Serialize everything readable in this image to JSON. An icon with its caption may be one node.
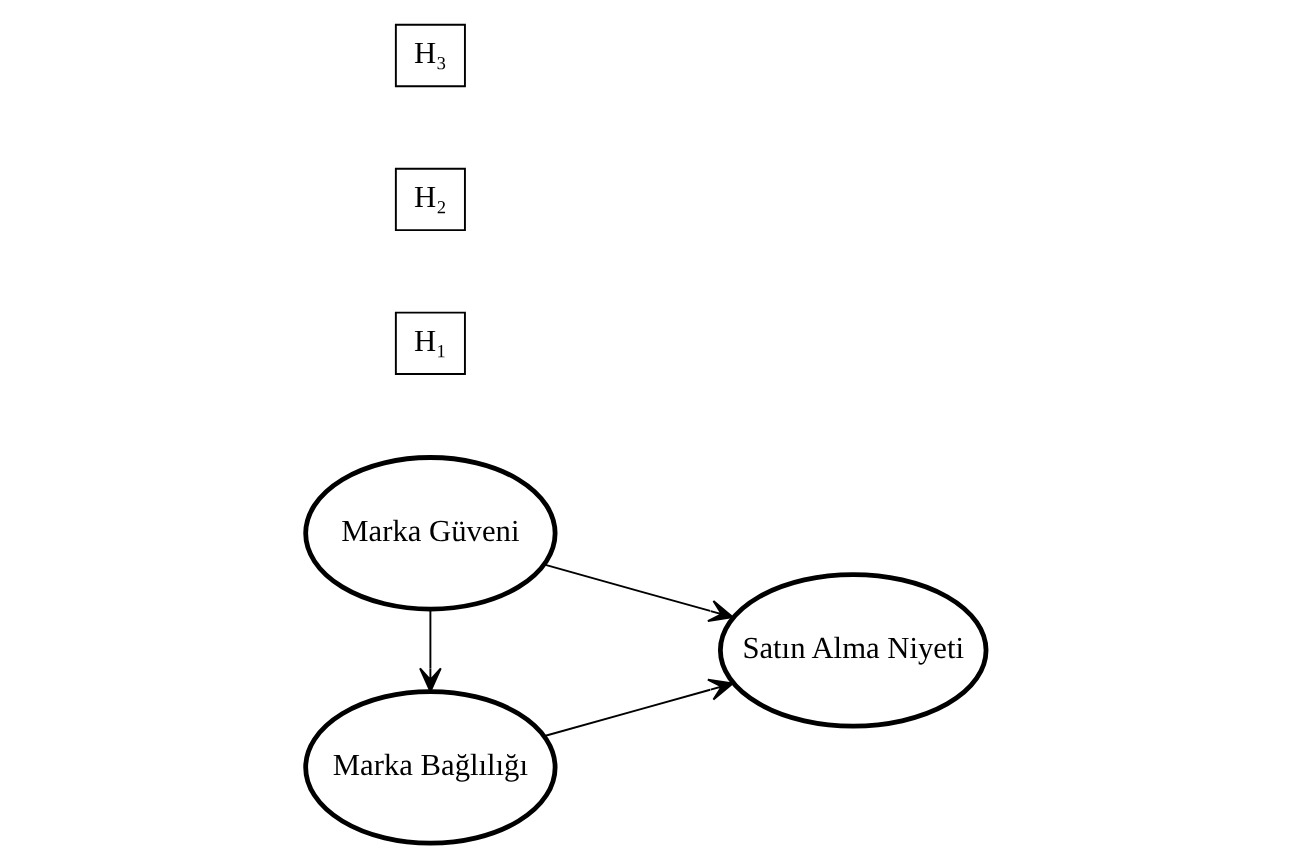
{
  "diagram": {
    "nodes": [
      {
        "text": [
          "Marka Güveni"
        ]
      },
      {
        "text": [
          "Satın Alma Niyeti"
        ]
      },
      {
        "text": [
          "Marka Bağlılığı"
        ]
      },
      {
        "text": [
          "H₁"
        ]
      },
      {
        "text": [
          "H₂"
        ]
      },
      {
        "text": [
          "H₃"
        ]
      }
    ],
    "edges": [
      {
        "from": 0,
        "to": 2,
        "arrow": "to"
      },
      {
        "from": 0,
        "to": 1,
        "arrow": "to"
      },
      {
        "from": 2,
        "to": 1,
        "arrow": "to"
      }
    ]
  }
}
